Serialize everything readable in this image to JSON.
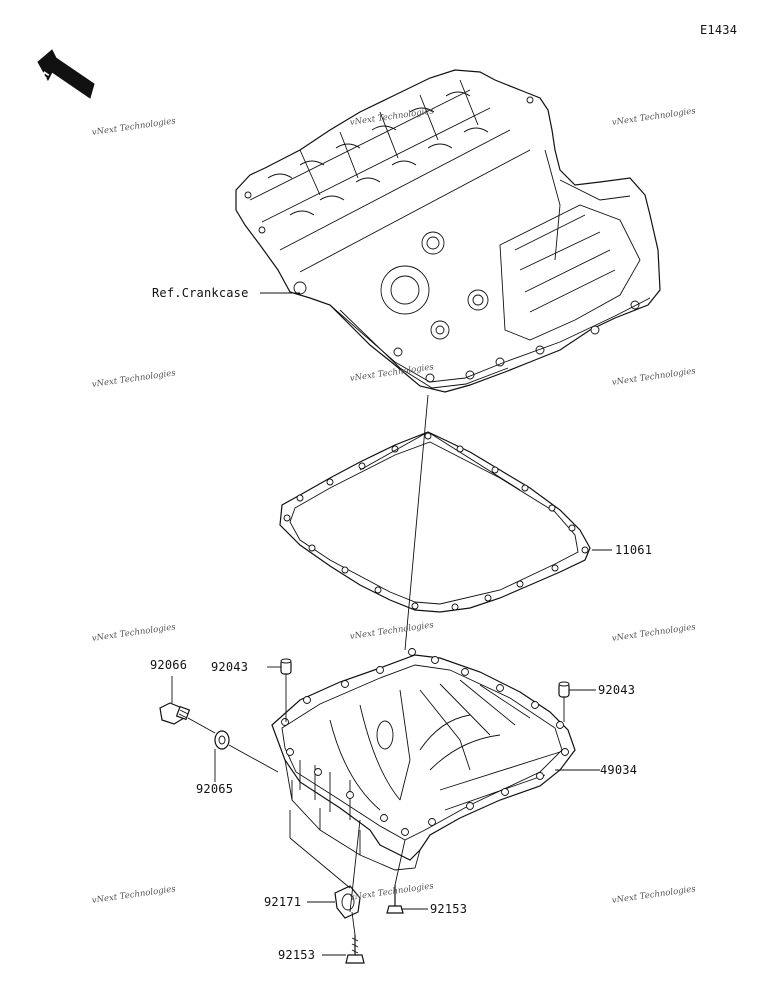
{
  "diagram_id": "E1434",
  "front_label": "FRONT",
  "reference": "Ref.Crankcase",
  "parts": {
    "gasket": "11061",
    "pin_left": "92043",
    "pin_right": "92043",
    "oil_pan": "49034",
    "plug": "92066",
    "washer": "92065",
    "bolt_a": "92171",
    "bolt_b": "92153",
    "bolt_c": "92153"
  },
  "watermark": "vNext Technologies",
  "colors": {
    "line": "#111111",
    "watermark": "#555555",
    "background": "#ffffff"
  }
}
